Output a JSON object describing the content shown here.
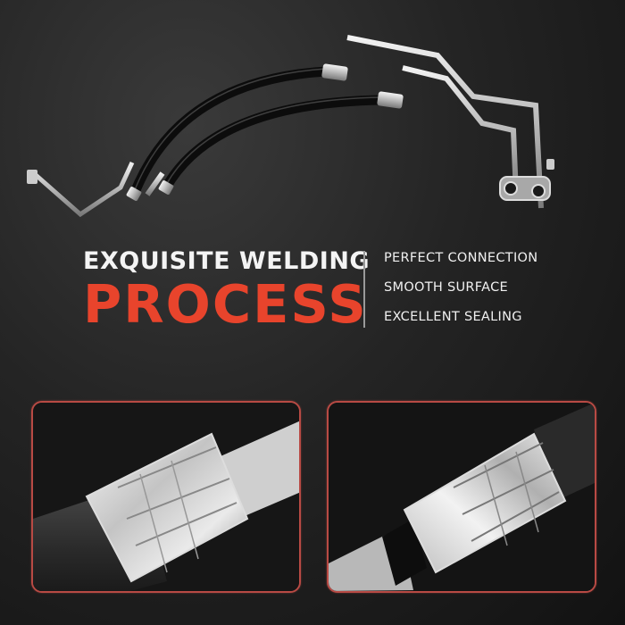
{
  "headline": {
    "line1": "EXQUISITE WELDING",
    "line2": "PROCESS"
  },
  "features": [
    {
      "label": "PERFECT CONNECTION"
    },
    {
      "label": "SMOOTH SURFACE"
    },
    {
      "label": "EXCELLENT SEALING"
    }
  ],
  "colors": {
    "accent": "#e8442c",
    "panel_border": "#b84a44",
    "background": "#1e1e1e",
    "text": "#f4f4f4"
  },
  "images": {
    "hero": "ac-hose-assembly",
    "detail_left": "crimp-fitting-closeup-left",
    "detail_right": "crimp-fitting-closeup-right"
  }
}
